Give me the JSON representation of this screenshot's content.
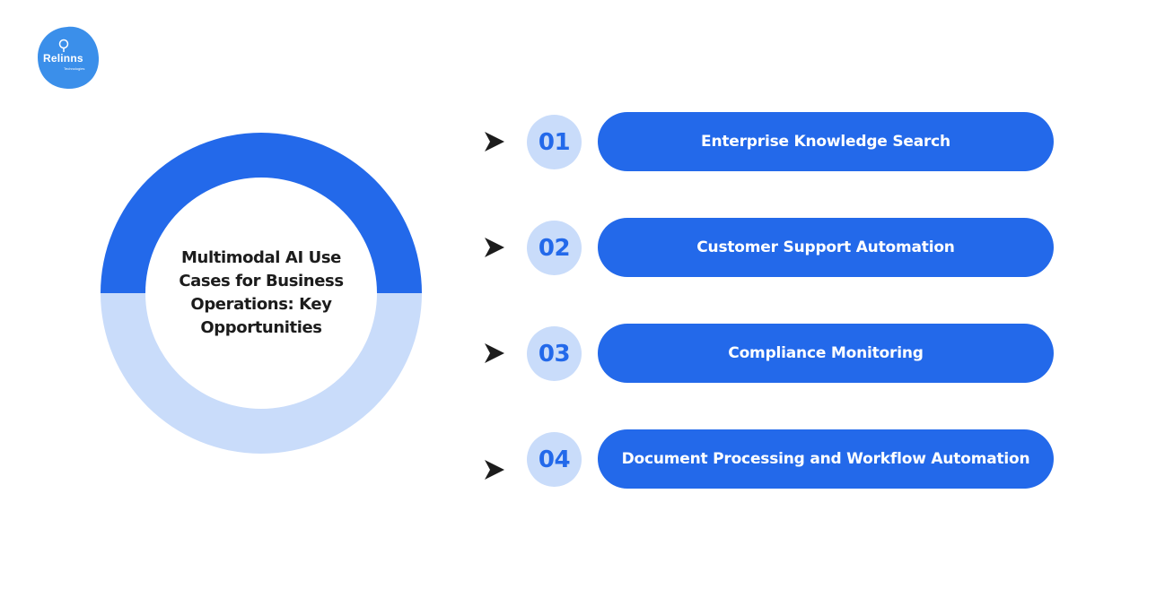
{
  "logo": {
    "name": "Relinns",
    "sub": "Technologies",
    "color": "#3b8fea"
  },
  "title": "Multimodal AI Use Cases for Business Operations: Key Opportunities",
  "colors": {
    "primary": "#2369ea",
    "light": "#c9dcfa",
    "text": "#1c1c1c"
  },
  "items": [
    {
      "number": "01",
      "label": "Enterprise Knowledge Search",
      "icon": "arrow-right-icon"
    },
    {
      "number": "02",
      "label": "Customer Support Automation",
      "icon": "arrow-right-icon"
    },
    {
      "number": "03",
      "label": "Compliance Monitoring",
      "icon": "arrow-right-icon"
    },
    {
      "number": "04",
      "label": "Document Processing and Workflow Automation",
      "icon": "arrow-right-icon"
    }
  ]
}
